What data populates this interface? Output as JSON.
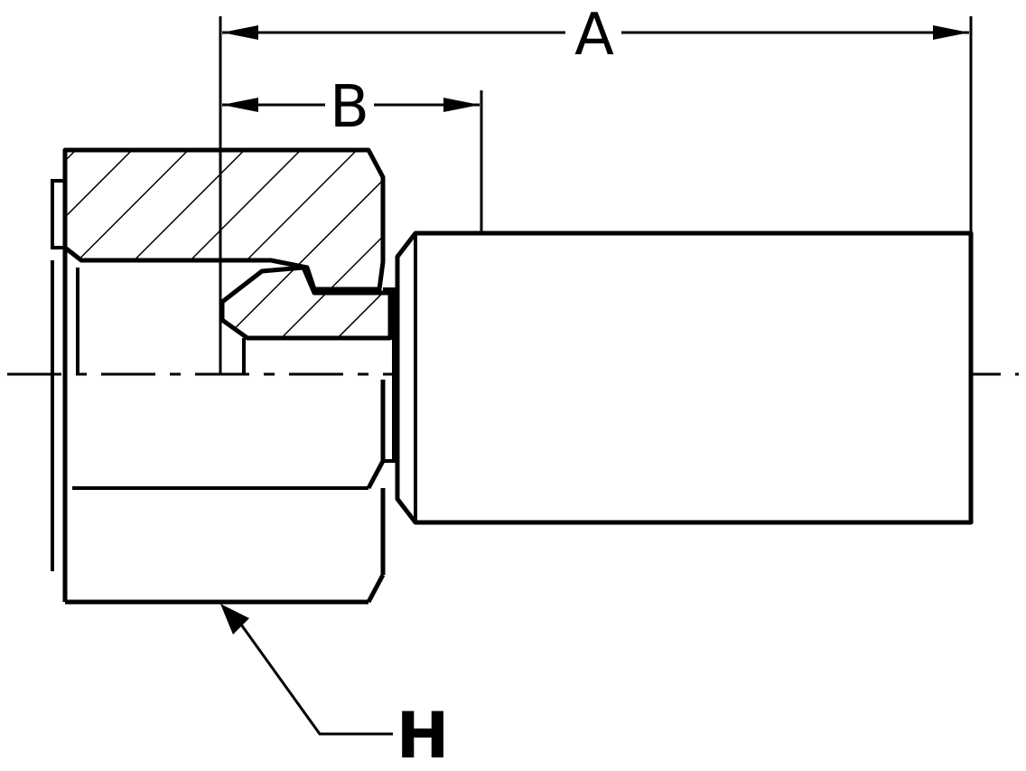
{
  "diagram": {
    "labels": {
      "dim_a": "A",
      "dim_b": "B",
      "callout_h": "H"
    },
    "colors": {
      "ink": "#000000",
      "paper": "#ffffff"
    }
  }
}
